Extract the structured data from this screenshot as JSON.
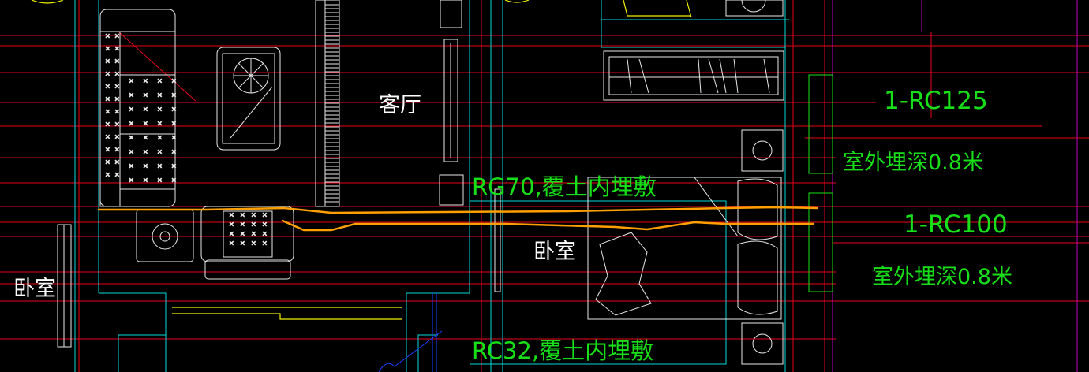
{
  "labels": {
    "living_room": "客厅",
    "bedroom_center": "卧室",
    "bedroom_left": "卧室",
    "pipe_rg70": "RG70,覆土内埋敷",
    "pipe_rc32": "RC32,覆土内埋敷",
    "rc125": "1-RC125",
    "rc125_depth": "室外埋深0.8米",
    "rc100": "1-RC100",
    "rc100_depth": "室外埋深0.8米"
  },
  "colors": {
    "background": "#000000",
    "wall_cyan": "#00d8d8",
    "axis_red": "#e8001c",
    "furniture_white": "#e8e8e8",
    "text_white": "#ffffff",
    "text_green": "#18e018",
    "pipe_orange": "#ffa000",
    "door_yellow": "#f0f000",
    "axis_magenta": "#c000c0",
    "blue": "#1a40ff"
  }
}
